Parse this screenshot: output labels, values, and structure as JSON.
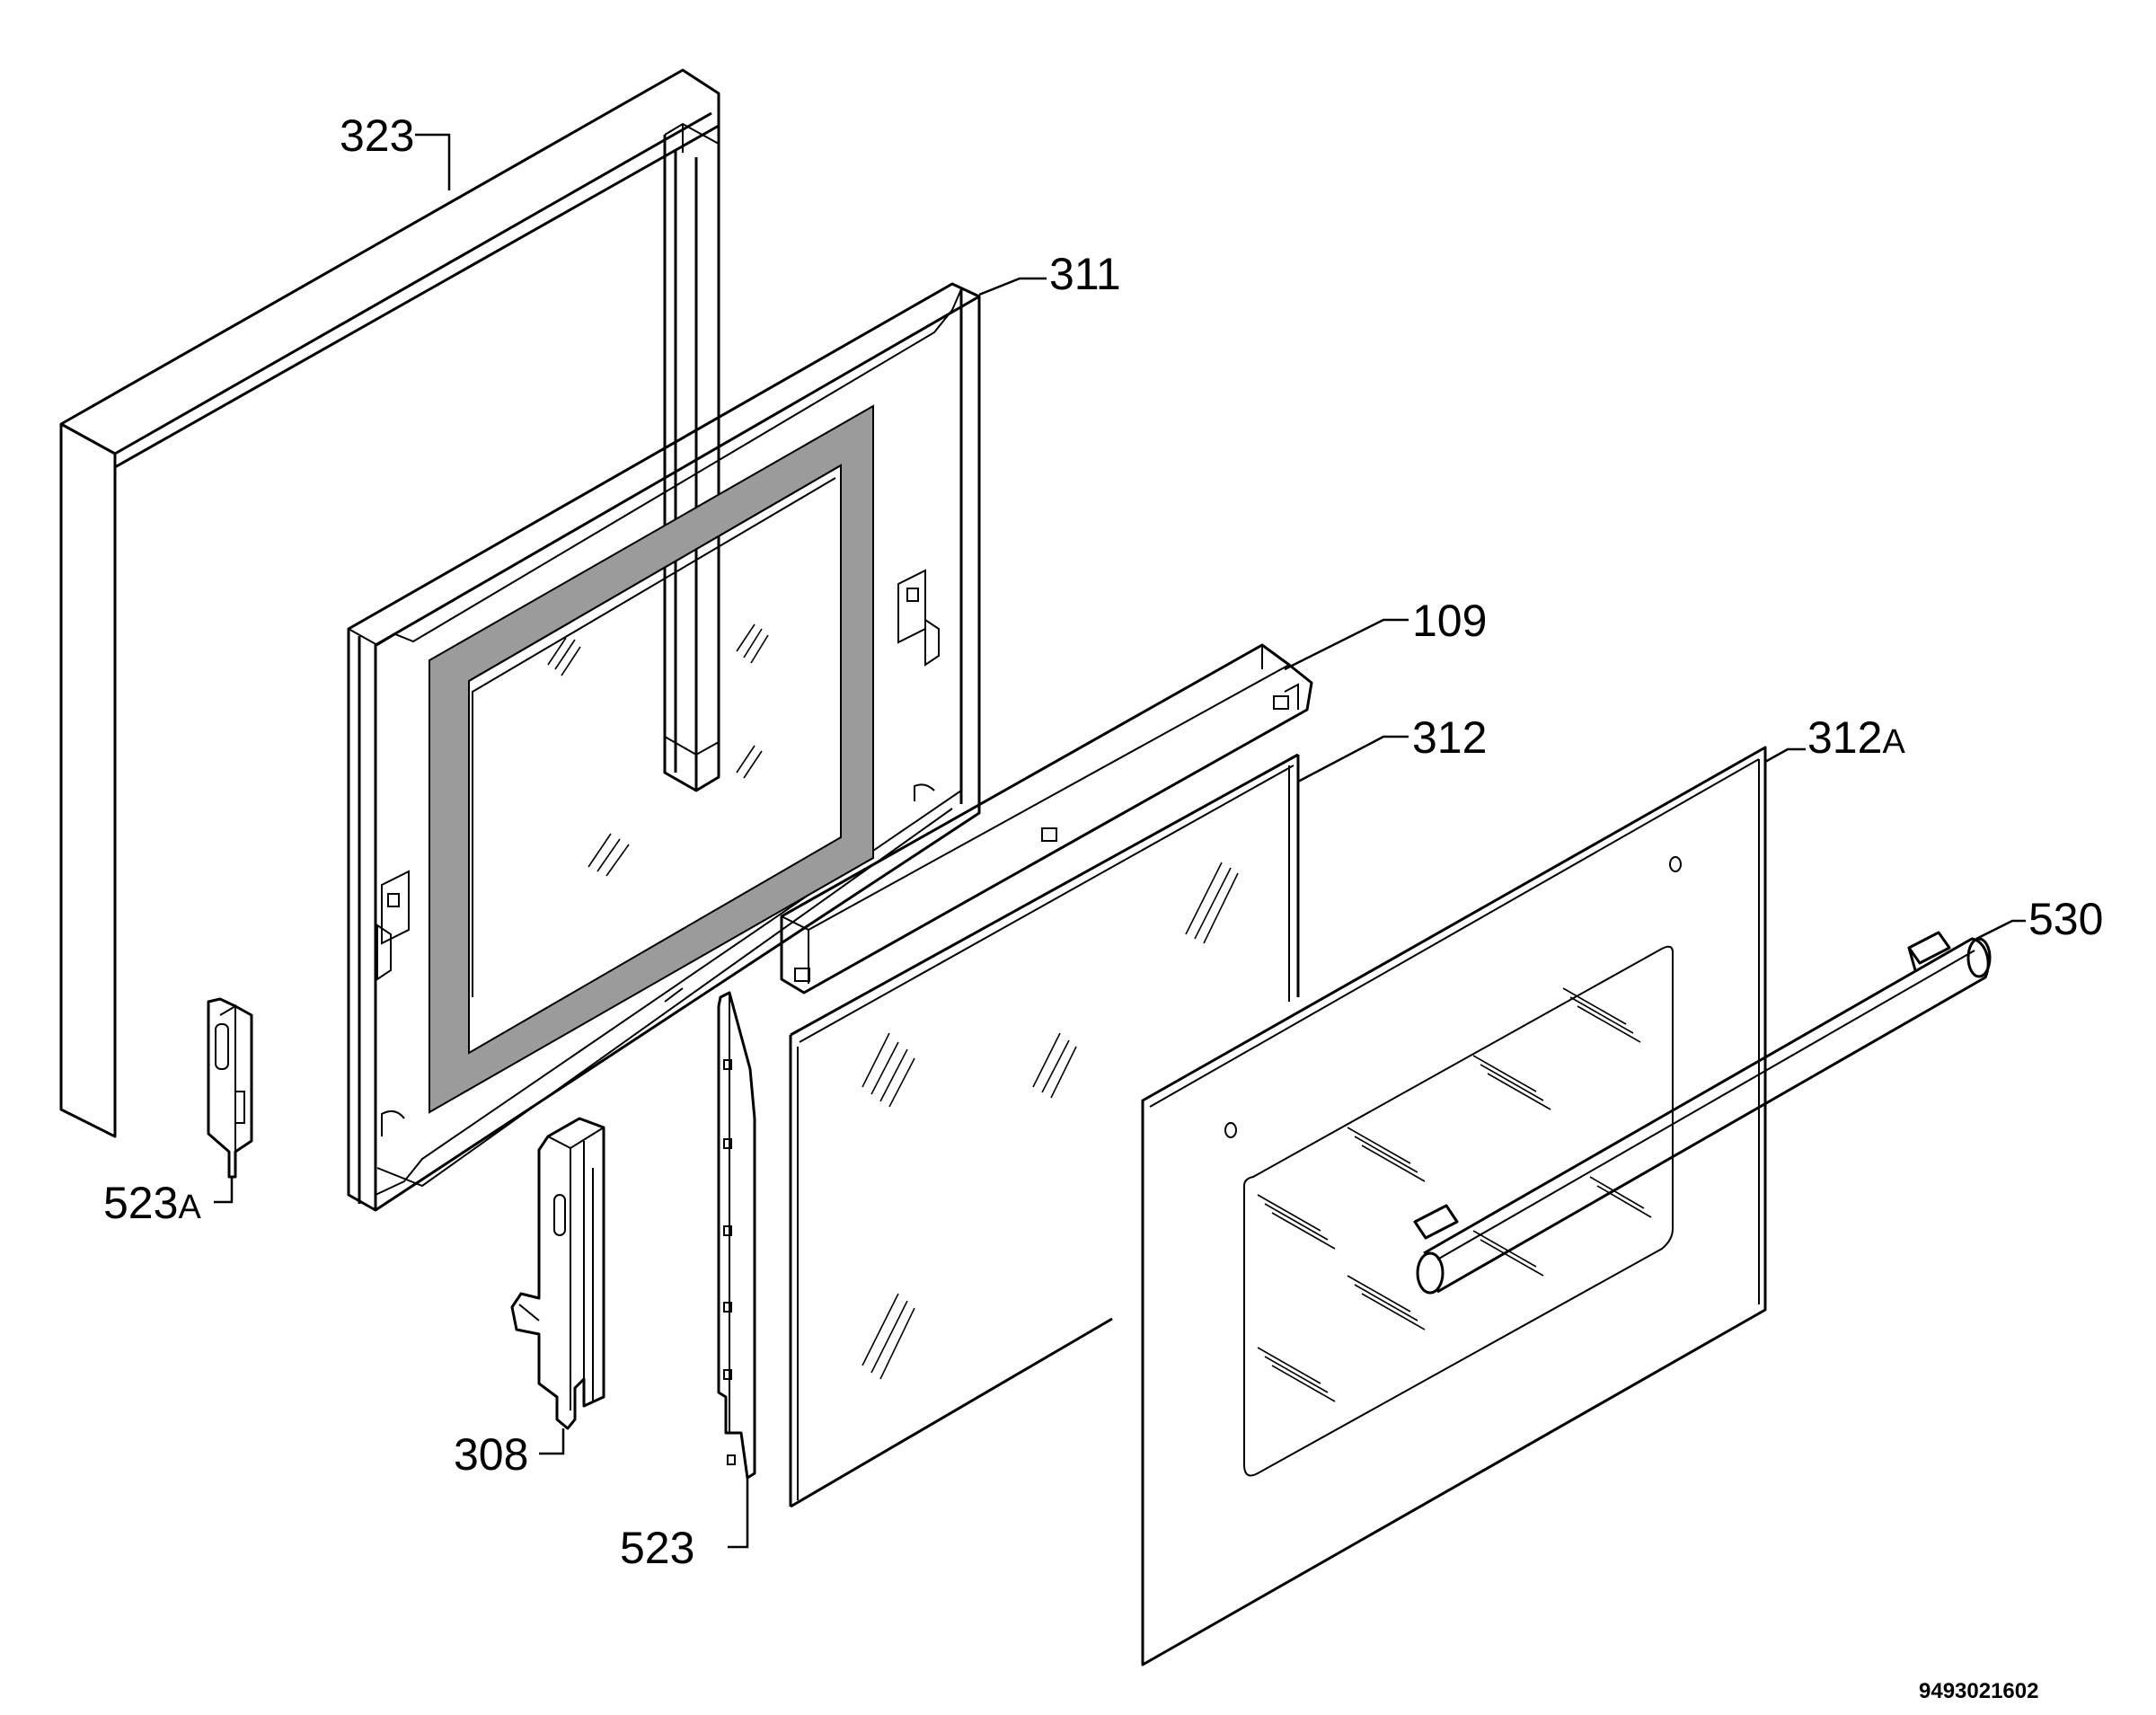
{
  "labels": {
    "p323": "323",
    "p311": "311",
    "p109": "109",
    "p312": "312",
    "p312a_num": "312",
    "p312a_suffix": "A",
    "p530": "530",
    "p523a_num": "523",
    "p523a_suffix": "A",
    "p308": "308",
    "p523": "523"
  },
  "drawing_number": "9493021602"
}
